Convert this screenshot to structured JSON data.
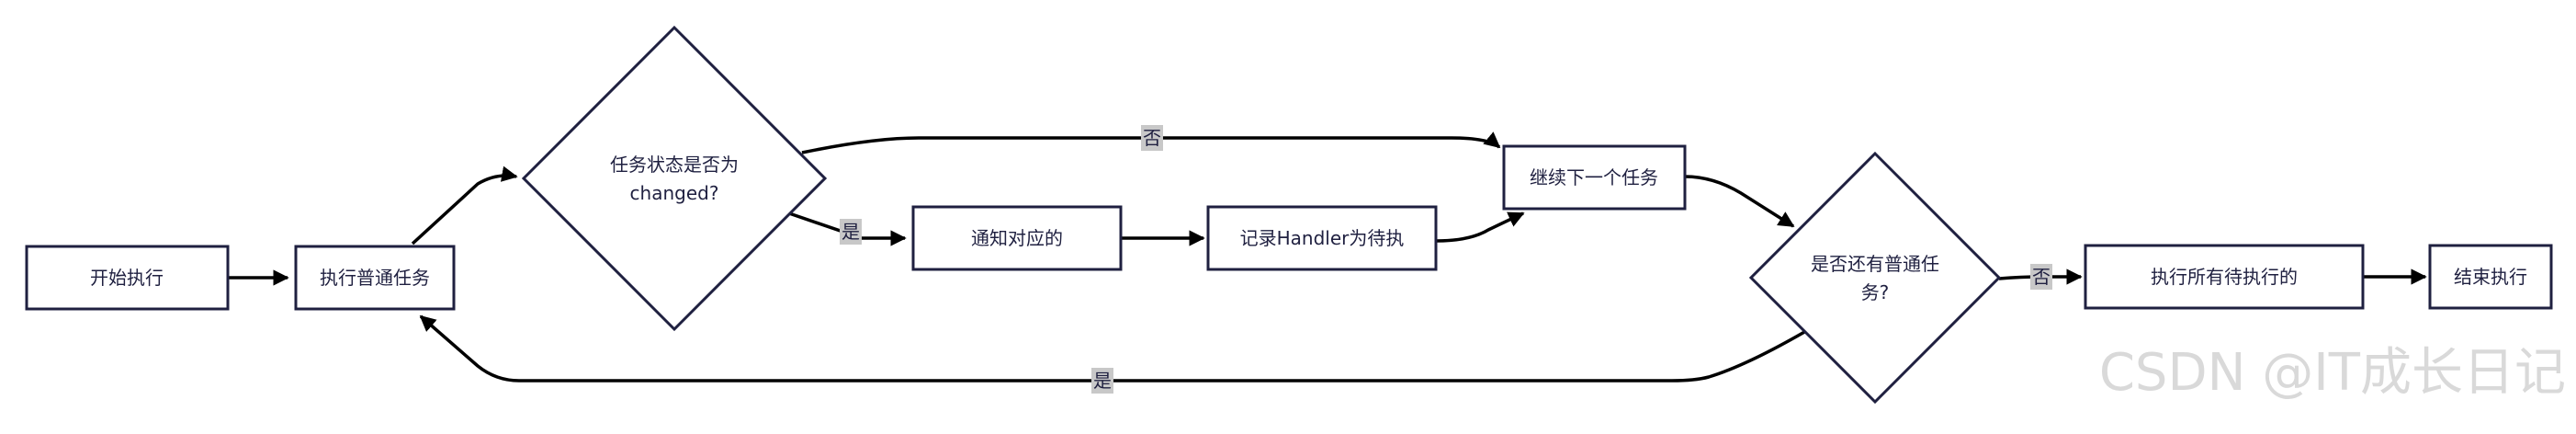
{
  "nodes": {
    "start": "开始执行",
    "normal_task": "执行普通任务",
    "status_check_line1": "任务状态是否为",
    "status_check_line2": "changed?",
    "notify": "通知对应的",
    "record_handler": "记录Handler为待执",
    "next_task": "继续下一个任务",
    "more_tasks_line1": "是否还有普通任",
    "more_tasks_line2": "务?",
    "run_pending": "执行所有待执行的",
    "end": "结束执行"
  },
  "edge_labels": {
    "status_no": "否",
    "status_yes": "是",
    "more_no": "否",
    "more_yes": "是"
  },
  "watermark": "CSDN @IT成长日记",
  "colors": {
    "node_stroke": "#1f2040",
    "edge": "#000000",
    "label_bg": "#c8c8c8",
    "watermark": "#d9d9d9"
  }
}
